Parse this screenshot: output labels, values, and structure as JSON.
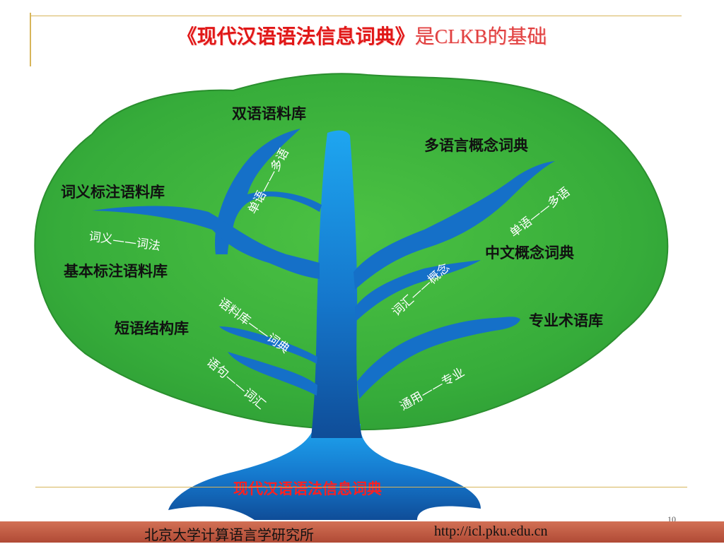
{
  "slide": {
    "title_book": "《现代汉语语法信息词典》",
    "title_rest": "是CLKB的基础",
    "page_number": "10",
    "footer_org": "北京大学计算语言学研究所",
    "footer_url": "http://icl.pku.edu.cn"
  },
  "tree": {
    "root": "现代汉语语法信息词典",
    "nodes": {
      "bilingual_corpus": "双语语料库",
      "multilingual_dict": "多语言概念词典",
      "sense_corpus": "词义标注语料库",
      "chinese_dict": "中文概念词典",
      "basic_corpus": "基本标注语料库",
      "terminology": "专业术语库",
      "phrase_bank": "短语结构库"
    },
    "branch_labels": {
      "mono_multi_left": "单语——多语",
      "mono_multi_right": "单语——多语",
      "sense_morph": "词义——词法",
      "vocab_concept": "词汇——概念",
      "corpus_dict": "语料库——词典",
      "general_special": "通用——专业",
      "sentence_vocab": "语句——词汇"
    }
  },
  "colors": {
    "title": "#e03030",
    "canopy": "#33a838",
    "trunk": "#1570c8",
    "root_label": "#ff2020",
    "footer": "#c05a40",
    "rule": "#d7b55a"
  }
}
